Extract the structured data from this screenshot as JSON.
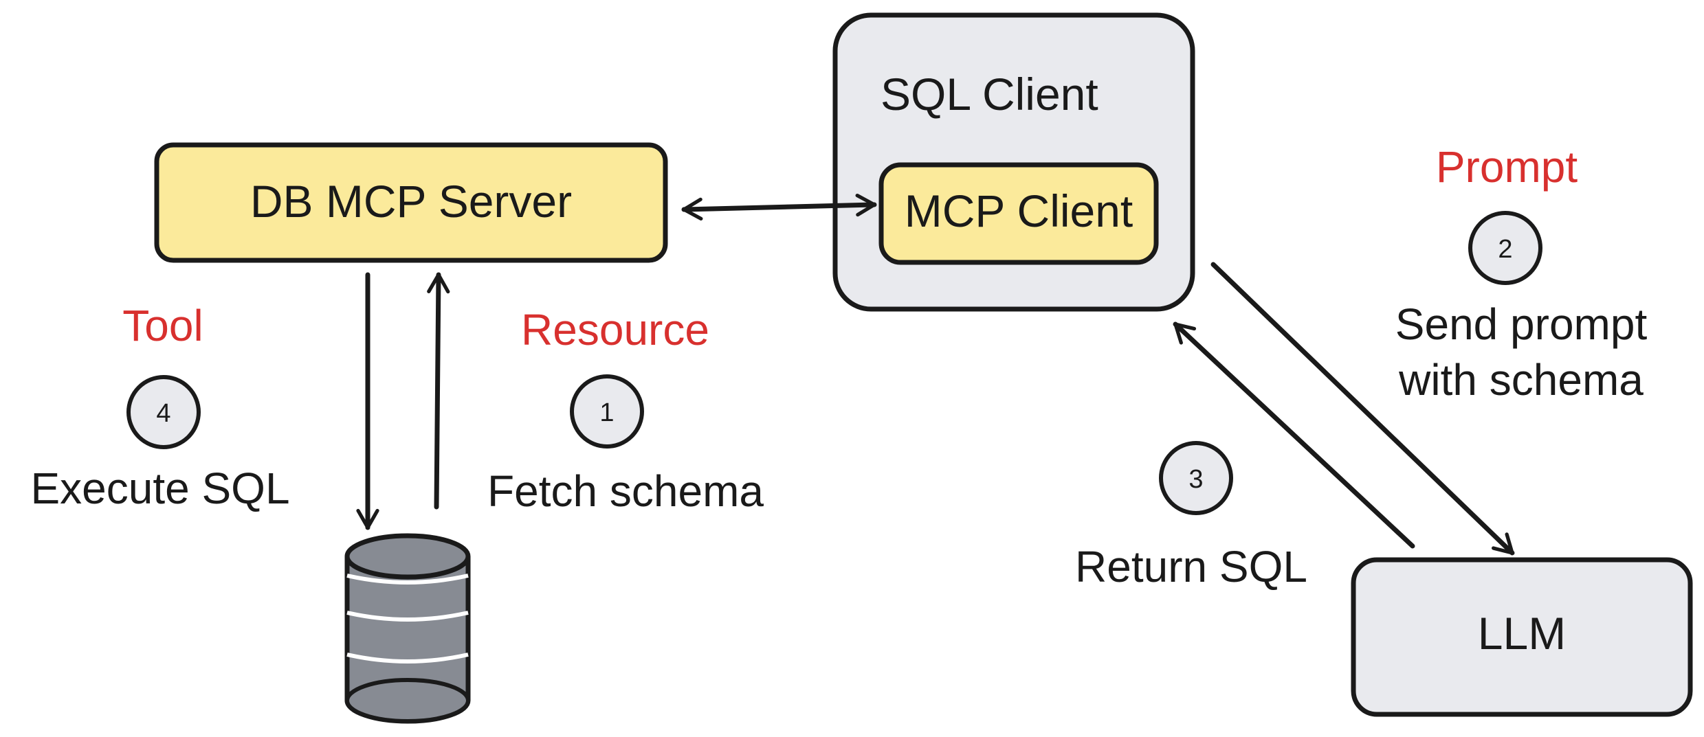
{
  "nodes": {
    "db_server": "DB MCP Server",
    "sql_client": "SQL Client",
    "mcp_client": "MCP Client",
    "llm": "LLM"
  },
  "steps": [
    {
      "num": "1",
      "category": "Resource",
      "text": "Fetch schema"
    },
    {
      "num": "2",
      "category": "Prompt",
      "text_line1": "Send prompt",
      "text_line2": "with schema"
    },
    {
      "num": "3",
      "text": "Return SQL"
    },
    {
      "num": "4",
      "category": "Tool",
      "text": "Execute SQL"
    }
  ],
  "colors": {
    "yellow_fill": "#fbea9b",
    "gray_fill": "#e9eaee",
    "db_fill": "#878b93",
    "accent_red": "#d8302e",
    "stroke": "#1a1a1a"
  }
}
